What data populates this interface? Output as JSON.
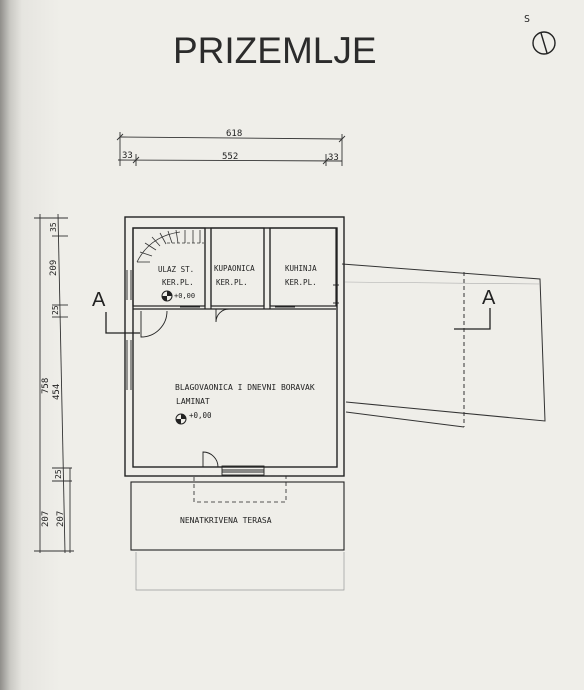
{
  "title": "PRIZEMLJE",
  "north": "S",
  "dims_top": {
    "overall": "618",
    "left": "33",
    "middle": "552",
    "right": "33"
  },
  "dims_left": {
    "overall": "758",
    "segments": [
      "35",
      "209",
      "25",
      "454",
      "25",
      "207"
    ],
    "outer": "207"
  },
  "section": {
    "left": "A",
    "right": "A"
  },
  "rooms": {
    "stair": {
      "name": "ULAZ ST.",
      "floor": "KER.PL.",
      "level": "+0,00"
    },
    "bath": {
      "name": "KUPAONICA",
      "floor": "KER.PL."
    },
    "kitchen": {
      "name": "KUHINJA",
      "floor": "KER.PL."
    },
    "living": {
      "name": "BLAGOVAONICA I DNEVNI BORAVAK",
      "floor": "LAMINAT",
      "level": "+0,00"
    },
    "terrace": {
      "name": "NENATKRIVENA TERASA"
    }
  }
}
